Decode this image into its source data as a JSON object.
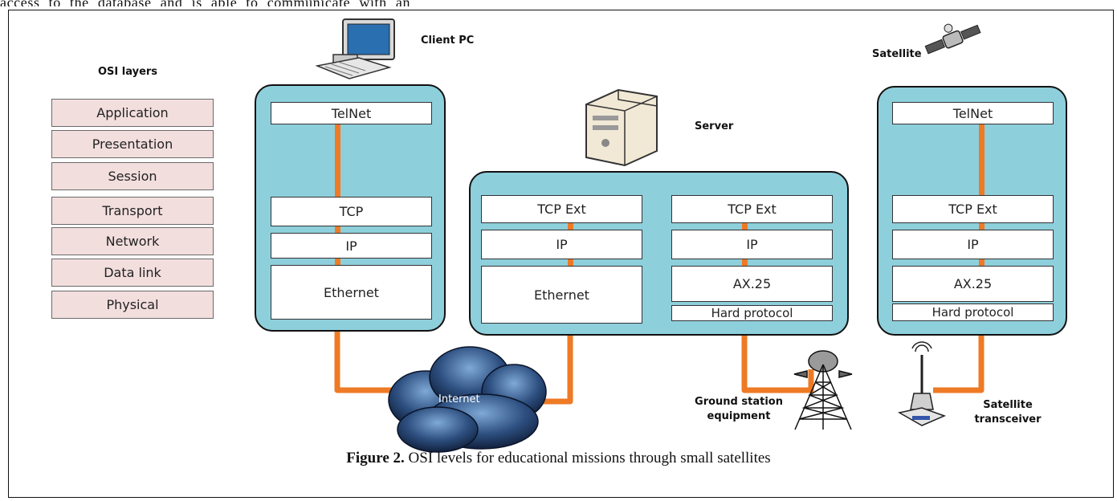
{
  "header_text": "access to the database and is able to communicate with an",
  "labels": {
    "osi_title": "OSI layers",
    "client_pc": "Client PC",
    "server": "Server",
    "satellite": "Satellite",
    "internet": "Internet",
    "ground_station_1": "Ground station",
    "ground_station_2": "equipment",
    "transceiver_1": "Satellite",
    "transceiver_2": "transceiver"
  },
  "osi_layers": [
    "Application",
    "Presentation",
    "Session",
    "Transport",
    "Network",
    "Data link",
    "Physical"
  ],
  "client_stack": {
    "telnet": "TelNet",
    "tcp": "TCP",
    "ip": "IP",
    "ethernet": "Ethernet"
  },
  "server_stack": {
    "left": {
      "tcp": "TCP Ext",
      "ip": "IP",
      "ethernet": "Ethernet"
    },
    "right": {
      "tcp": "TCP Ext",
      "ip": "IP",
      "ax25": "AX.25",
      "hard": "Hard protocol"
    }
  },
  "satellite_stack": {
    "telnet": "TelNet",
    "tcp": "TCP Ext",
    "ip": "IP",
    "ax25": "AX.25",
    "hard": "Hard protocol"
  },
  "caption": {
    "label": "Figure 2.",
    "text": " OSI levels for educational missions through small satellites"
  },
  "colors": {
    "stack_fill": "#8ecfdc",
    "wire": "#ee7a25",
    "osi_fill": "#f3dede"
  }
}
